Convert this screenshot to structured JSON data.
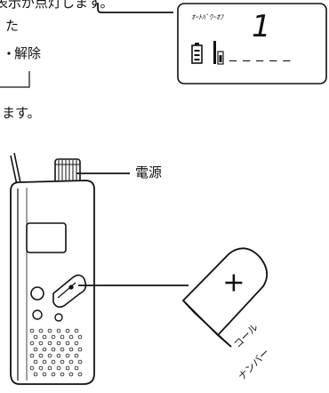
{
  "text": {
    "top_line": "表示が点灯します。",
    "line2": "た",
    "line3": "解除",
    "line4": "ます。",
    "power_label": "電源",
    "call_line1": "コール",
    "call_line2": "ナンバー"
  },
  "lcd": {
    "mode_label": "ｵｰﾄﾊﾟﾜｰｵﾌ",
    "digit": "1",
    "dashes": "_ _ _ _ _"
  },
  "cap": {
    "symbol": "✕"
  }
}
